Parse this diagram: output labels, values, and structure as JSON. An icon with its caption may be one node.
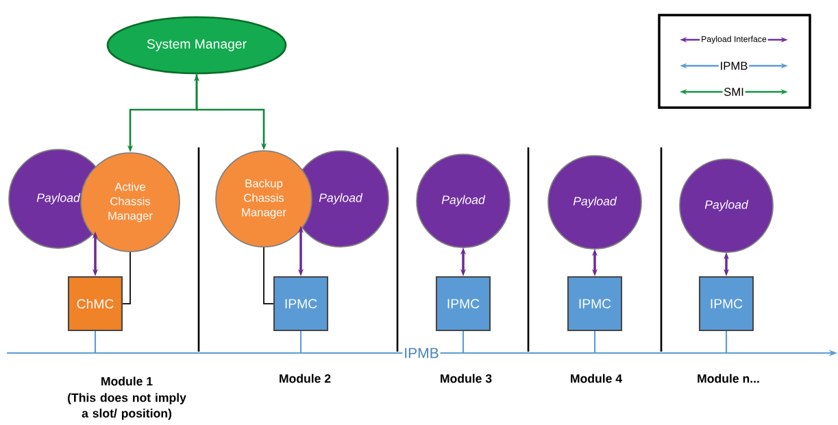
{
  "diagram": {
    "nodes": [
      {
        "text": [
          "System Manager"
        ]
      },
      {
        "text": [
          "Payload"
        ]
      },
      {
        "text": [
          "Active Chassis Manager"
        ]
      },
      {
        "text": [
          "ChMC"
        ]
      },
      {
        "text": [
          "Backup Chassis Manager"
        ]
      },
      {
        "text": [
          "Payload"
        ]
      },
      {
        "text": [
          "IPMC"
        ]
      },
      {
        "text": [
          "Payload"
        ]
      },
      {
        "text": [
          "IPMC"
        ]
      },
      {
        "text": [
          "Payload"
        ]
      },
      {
        "text": [
          "IPMC"
        ]
      },
      {
        "text": [
          "Payload"
        ]
      },
      {
        "text": [
          "IPMC"
        ]
      },
      {
        "text": [
          "IPMB"
        ]
      }
    ],
    "edges": [
      {
        "from": 0,
        "to": 2,
        "arrow": "to",
        "color": "#12873a"
      },
      {
        "from": 0,
        "to": 4,
        "arrow": "both",
        "color": "#12873a"
      },
      {
        "from": 1,
        "to": 3,
        "arrow": "both",
        "color": "#6a2d8f"
      },
      {
        "from": 2,
        "to": 3,
        "arrow": "none",
        "color": "#000000"
      },
      {
        "from": 4,
        "to": 6,
        "arrow": "none",
        "color": "#000000"
      },
      {
        "from": 5,
        "to": 6,
        "arrow": "both",
        "color": "#6a2d8f"
      },
      {
        "from": 7,
        "to": 8,
        "arrow": "both",
        "color": "#6a2d8f"
      },
      {
        "from": 9,
        "to": 10,
        "arrow": "both",
        "color": "#6a2d8f"
      },
      {
        "from": 11,
        "to": 12,
        "arrow": "both",
        "color": "#6a2d8f"
      },
      {
        "from": 3,
        "to": 13,
        "arrow": "none",
        "color": "#5b9bd5"
      },
      {
        "from": 6,
        "to": 13,
        "arrow": "none",
        "color": "#5b9bd5"
      },
      {
        "from": 8,
        "to": 13,
        "arrow": "none",
        "color": "#5b9bd5"
      },
      {
        "from": 10,
        "to": 13,
        "arrow": "none",
        "color": "#5b9bd5"
      },
      {
        "from": 12,
        "to": 13,
        "arrow": "none",
        "color": "#5b9bd5"
      }
    ],
    "labels": [
      "Module 1",
      "(This does not imply a slot/ position)",
      "Module 2",
      "Module 3",
      "Module 4",
      "Module n..."
    ],
    "legend": [
      {
        "text": "Payload Interface"
      },
      {
        "text": "IPMB"
      },
      {
        "text": "SMI"
      }
    ]
  }
}
